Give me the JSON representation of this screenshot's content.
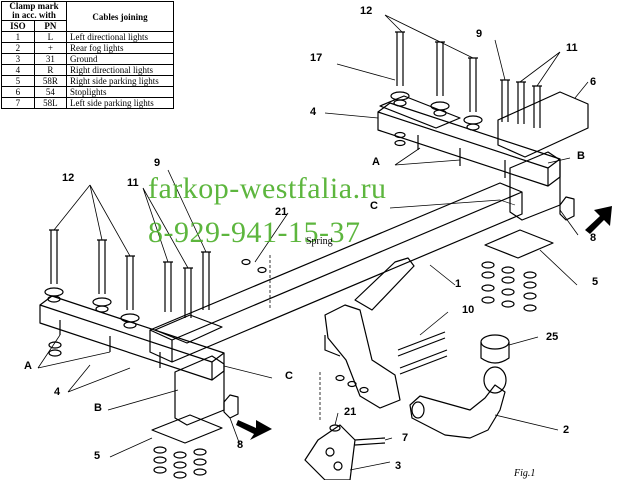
{
  "table": {
    "header_clamp": "Clamp mark in acc. with",
    "header_iso": "ISO",
    "header_pn": "PN",
    "header_cables": "Cables joining",
    "rows": [
      {
        "iso": "1",
        "pn": "L",
        "desc": "Left directional lights"
      },
      {
        "iso": "2",
        "pn": "+",
        "desc": "Rear fog lights"
      },
      {
        "iso": "3",
        "pn": "31",
        "desc": "Ground"
      },
      {
        "iso": "4",
        "pn": "R",
        "desc": "Right directional lights"
      },
      {
        "iso": "5",
        "pn": "58R",
        "desc": "Right side parking lights"
      },
      {
        "iso": "6",
        "pn": "54",
        "desc": "Stoplights"
      },
      {
        "iso": "7",
        "pn": "58L",
        "desc": "Left side parking lights"
      }
    ]
  },
  "watermark": {
    "site": "farkop-westfalia.ru",
    "phone": "8-929-941-15-37"
  },
  "labels": {
    "n12_top": "12",
    "n17": "17",
    "n9_top": "9",
    "n11_top": "11",
    "n6": "6",
    "n4_top": "4",
    "A_top": "A",
    "B_right": "B",
    "C_top": "C",
    "n8_right": "8",
    "n5_right": "5",
    "n1": "1",
    "n12_left": "12",
    "n11_left": "11",
    "n9_left": "9",
    "n21_top": "21",
    "spring": "Spring",
    "n10": "10",
    "n25": "25",
    "A_left": "A",
    "n4_left": "4",
    "B_left": "B",
    "C_bottom": "C",
    "n5_left": "5",
    "n8_left": "8",
    "n21_bottom": "21",
    "n7": "7",
    "n3": "3",
    "n2": "2",
    "fig": "Fig.1"
  }
}
